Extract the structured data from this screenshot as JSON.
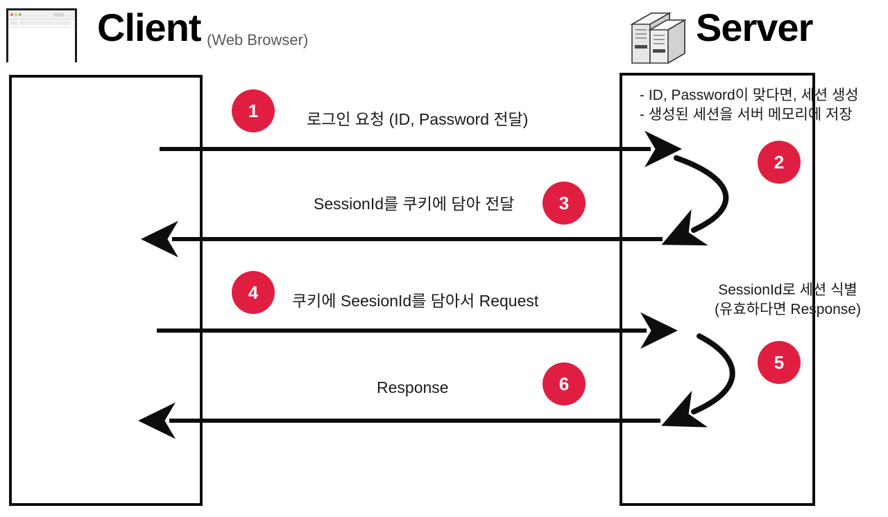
{
  "diagram": {
    "title": "Session-based login sequence",
    "accent_color": "#e01e41",
    "line_color": "#0d0d0d",
    "background": "#ffffff"
  },
  "actors": {
    "client": {
      "name": "Client",
      "subtitle": "(Web Browser)",
      "icon": "browser-window-icon"
    },
    "server": {
      "name": "Server",
      "icon": "server-rack-icon"
    }
  },
  "steps": [
    {
      "number": "1",
      "label": "로그인 요청 (ID, Password 전달)",
      "direction": "client-to-server"
    },
    {
      "number": "2",
      "label": "",
      "direction": "server-self"
    },
    {
      "number": "3",
      "label": "SessionId를 쿠키에 담아 전달",
      "direction": "server-to-client"
    },
    {
      "number": "4",
      "label": "쿠키에 SeesionId를 담아서 Request",
      "direction": "client-to-server"
    },
    {
      "number": "5",
      "label": "",
      "direction": "server-self"
    },
    {
      "number": "6",
      "label": "Response",
      "direction": "server-to-client"
    }
  ],
  "notes": {
    "server_note_1": {
      "line1": "- ID, Password이 맞다면, 세션 생성",
      "line2": "- 생성된 세션을 서버 메모리에 저장"
    },
    "server_note_2": {
      "line1": "SessionId로 세션 식별",
      "line2": "(유효하다면 Response)"
    }
  }
}
